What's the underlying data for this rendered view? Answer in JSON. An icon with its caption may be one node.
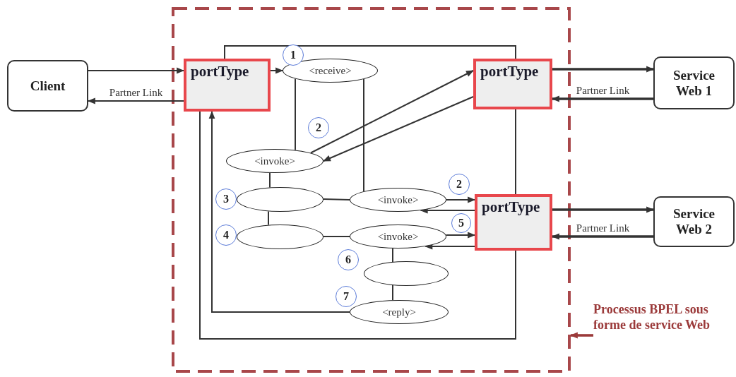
{
  "diagram": {
    "nodes": [
      {
        "text": [],
        "shape": "box"
      },
      {
        "text": [
          "Client"
        ]
      },
      {
        "text": [
          "portType"
        ],
        "in": 0
      },
      {
        "text": [
          "<receive>"
        ],
        "in": 0
      },
      {
        "text": [
          "portType"
        ],
        "in": 0
      },
      {
        "text": [
          "<invoke>"
        ],
        "in": 0
      },
      {
        "text": [],
        "shape": "ellipse",
        "in": 0
      },
      {
        "text": [
          "<invoke>"
        ],
        "in": 0
      },
      {
        "text": [
          "portType"
        ],
        "in": 0
      },
      {
        "text": [],
        "shape": "ellipse",
        "in": 0
      },
      {
        "text": [
          "<invoke>"
        ],
        "in": 0
      },
      {
        "text": [],
        "shape": "ellipse",
        "in": 0
      },
      {
        "text": [
          "<reply>"
        ],
        "in": 0
      },
      {
        "text": [
          "Service Web 1"
        ]
      },
      {
        "text": [
          "Service Web 2"
        ]
      },
      {
        "text": [
          "Processus BPEL sous forme de service Web"
        ]
      },
      {
        "text": [
          "1"
        ],
        "in": 0
      },
      {
        "text": [
          "2"
        ],
        "in": 0
      },
      {
        "text": [
          "3"
        ],
        "in": 0
      },
      {
        "text": [
          "4"
        ],
        "in": 0
      },
      {
        "text": [
          "2"
        ],
        "in": 0
      },
      {
        "text": [
          "5"
        ],
        "in": 0
      },
      {
        "text": [
          "6"
        ],
        "in": 0
      },
      {
        "text": [
          "7"
        ],
        "in": 0
      }
    ],
    "edges": [
      {
        "from": 1,
        "to": 2,
        "arrow": "to"
      },
      {
        "from": 2,
        "to": 1,
        "arrow": "to",
        "label": "Partner Link"
      },
      {
        "from": 2,
        "to": 3,
        "arrow": "to"
      },
      {
        "from": 2,
        "to": 4,
        "arrow": "none"
      },
      {
        "from": 3,
        "to": 5,
        "arrow": "none"
      },
      {
        "from": 3,
        "to": 7,
        "arrow": "none"
      },
      {
        "from": 5,
        "to": 4,
        "arrow": "to"
      },
      {
        "from": 4,
        "to": 5,
        "arrow": "to"
      },
      {
        "from": 5,
        "to": 6,
        "arrow": "none"
      },
      {
        "from": 6,
        "to": 7,
        "arrow": "none"
      },
      {
        "from": 6,
        "to": 9,
        "arrow": "none"
      },
      {
        "from": 9,
        "to": 10,
        "arrow": "none"
      },
      {
        "from": 7,
        "to": 8,
        "arrow": "to"
      },
      {
        "from": 8,
        "to": 7,
        "arrow": "to"
      },
      {
        "from": 10,
        "to": 8,
        "arrow": "to"
      },
      {
        "from": 8,
        "to": 10,
        "arrow": "to"
      },
      {
        "from": 10,
        "to": 11,
        "arrow": "none"
      },
      {
        "from": 11,
        "to": 12,
        "arrow": "none"
      },
      {
        "from": 12,
        "to": 2,
        "arrow": "to"
      },
      {
        "from": 4,
        "to": 8,
        "arrow": "none"
      },
      {
        "from": 8,
        "to": 2,
        "arrow": "none"
      },
      {
        "from": 4,
        "to": 13,
        "arrow": "to",
        "style": "thick"
      },
      {
        "from": 13,
        "to": 4,
        "arrow": "to",
        "style": "thick",
        "label": "Partner Link"
      },
      {
        "from": 8,
        "to": 14,
        "arrow": "to",
        "style": "thick"
      },
      {
        "from": 14,
        "to": 8,
        "arrow": "to",
        "style": "thick",
        "label": "Partner Link"
      },
      {
        "from": 15,
        "to": 0,
        "arrow": "to",
        "style": "thick",
        "color": "#9b3a3a"
      }
    ]
  }
}
